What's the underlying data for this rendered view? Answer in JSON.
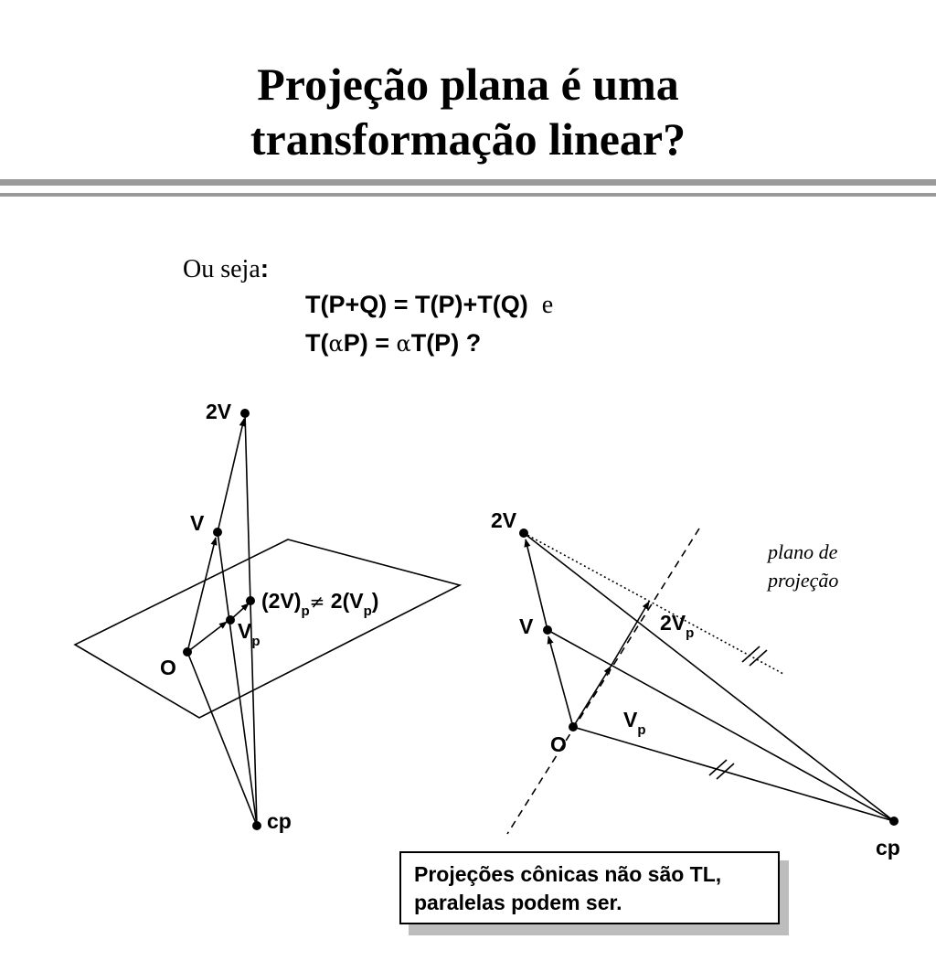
{
  "slide": {
    "title_line1": "Projeção plana é uma",
    "title_line2": "transformação linear?",
    "intro": "Ou seja",
    "intro_colon": ":",
    "eq1": "T(P+Q) = T(P)+T(Q)",
    "eq1_suffix": "e",
    "eq2_a": "T(",
    "eq2_alpha1": "α",
    "eq2_b": "P) = ",
    "eq2_alpha2": "α",
    "eq2_c": "T(P) ?"
  },
  "left_diagram": {
    "label_2v": "2V",
    "label_v": "V",
    "label_o": "O",
    "label_cp": "cp",
    "label_vp_main": "V",
    "label_vp_sub": "p",
    "label_ineq_a": "(2V)",
    "label_ineq_sub1": "p",
    "label_ineq_neq": "≠",
    "label_ineq_b": " 2(V",
    "label_ineq_sub2": "p",
    "label_ineq_c": ")"
  },
  "right_diagram": {
    "label_2v": "2V",
    "label_v": "V",
    "label_o": "O",
    "label_cp": "cp",
    "label_2vp_main": "2V",
    "label_2vp_sub": "p",
    "label_vp_main": "V",
    "label_vp_sub": "p",
    "plane_label_line1": "plano de",
    "plane_label_line2": "projeção"
  },
  "note": {
    "line1": "Projeções cônicas não são TL,",
    "line2": "paralelas podem ser."
  }
}
